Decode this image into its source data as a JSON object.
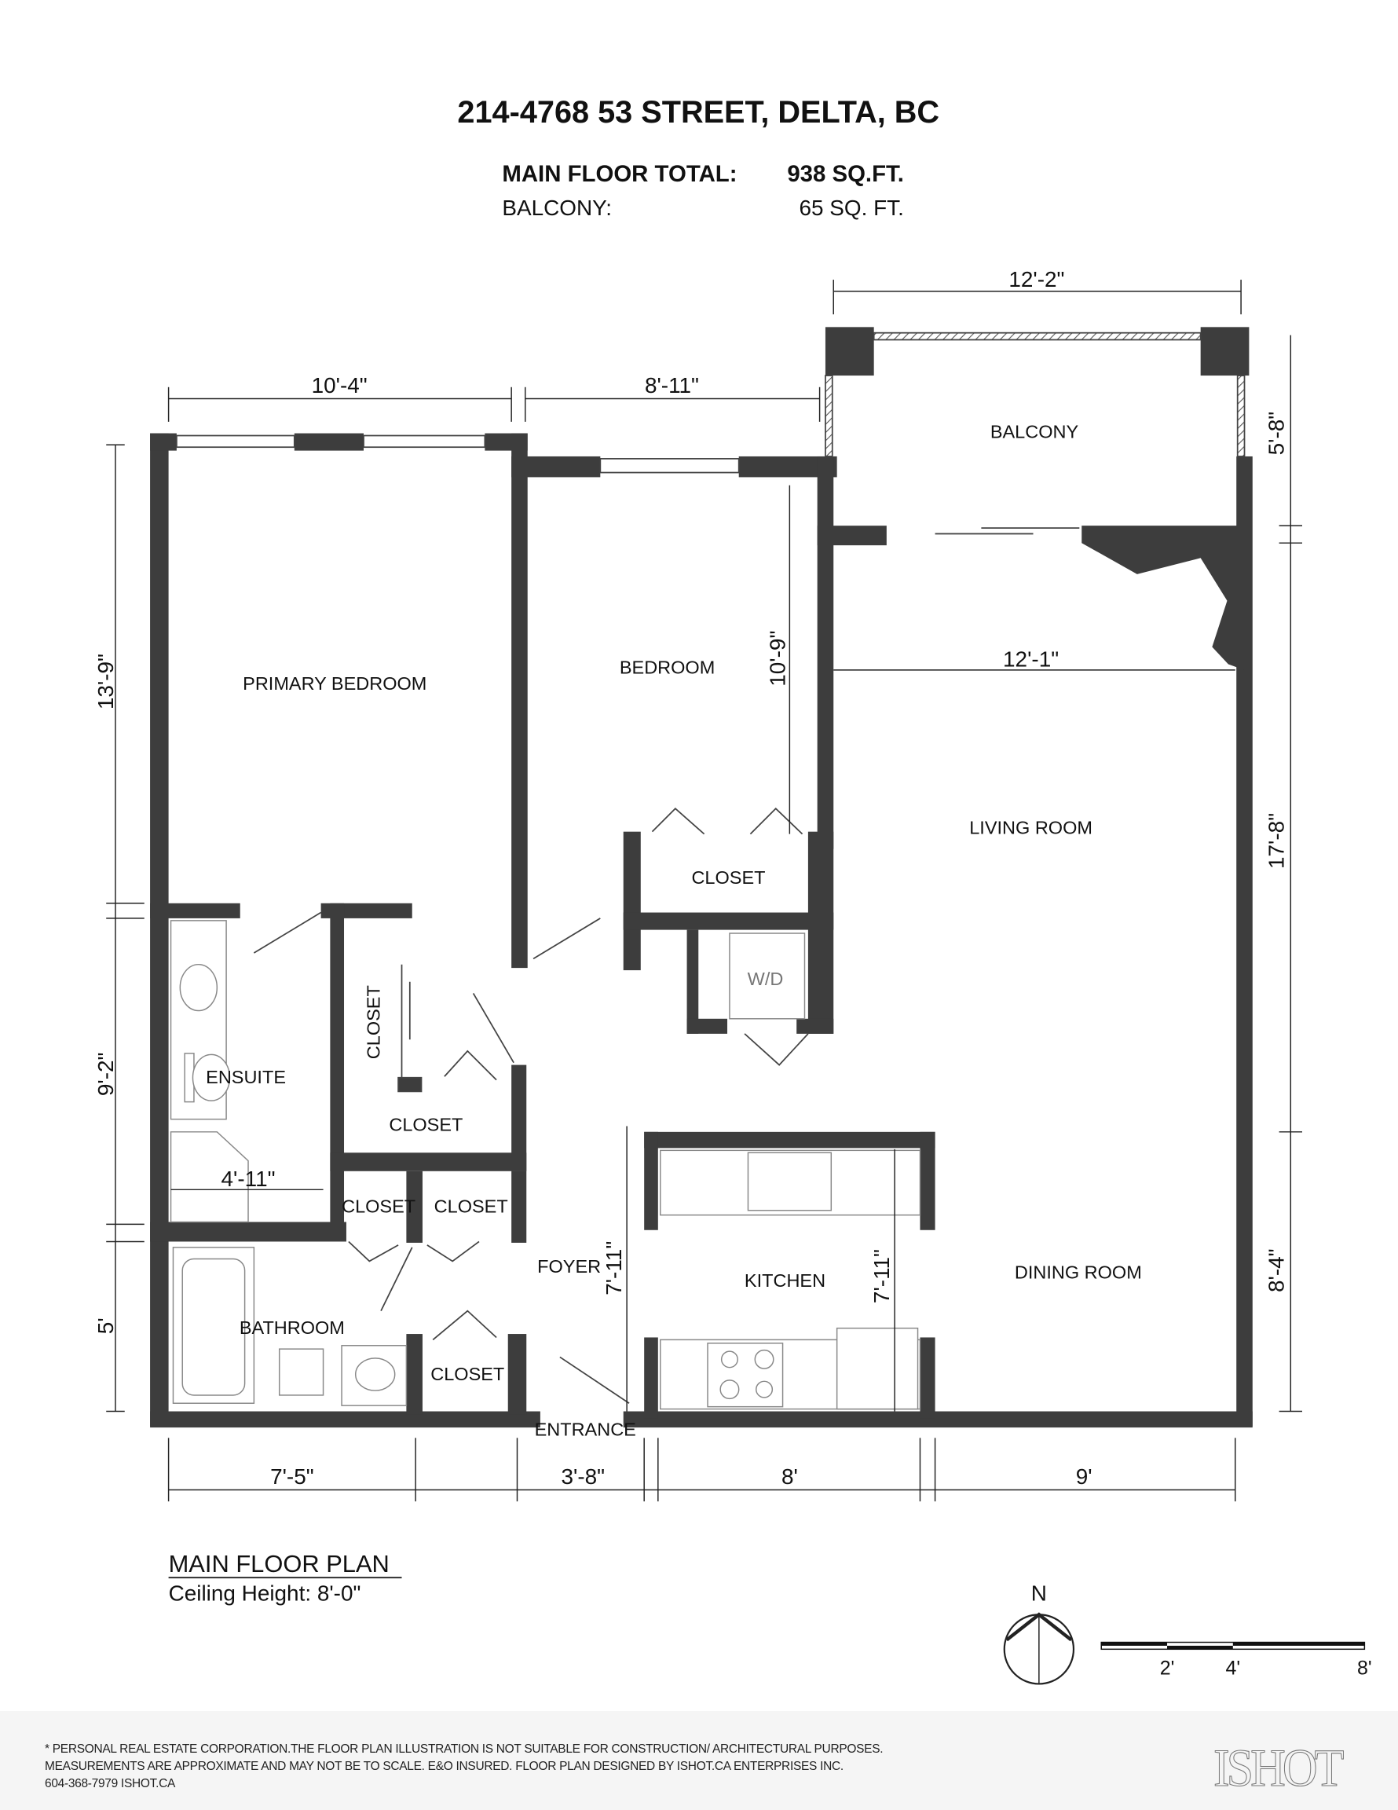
{
  "header": {
    "address": "214-4768 53 STREET, DELTA, BC",
    "main_floor_label": "MAIN FLOOR TOTAL:",
    "main_floor_value": "938 SQ.FT.",
    "balcony_label": "BALCONY:",
    "balcony_value": "65 SQ. FT."
  },
  "rooms": {
    "primary_bedroom": "PRIMARY BEDROOM",
    "bedroom": "BEDROOM",
    "balcony": "BALCONY",
    "living_room": "LIVING ROOM",
    "closet": "CLOSET",
    "wd": "W/D",
    "ensuite": "ENSUITE",
    "kitchen": "KITCHEN",
    "dining_room": "DINING ROOM",
    "foyer": "FOYER",
    "bathroom": "BATHROOM",
    "entrance": "ENTRANCE"
  },
  "dimensions": {
    "top_primary": "10'-4\"",
    "top_bedroom": "8'-11\"",
    "top_balcony": "12'-2\"",
    "balcony_depth": "5'-8\"",
    "bedroom_depth": "10'-9\"",
    "living_width": "12'-1\"",
    "left_primary": "13'-9\"",
    "left_ensuite": "9'-2\"",
    "left_bath": "5'",
    "ensuite_width": "4'-11\"",
    "right_living": "17'-8\"",
    "right_dining": "8'-4\"",
    "kitchen_left": "7'-11\"",
    "kitchen_right": "7'-11\"",
    "bottom_bath": "7'-5\"",
    "bottom_entrance": "3'-8\"",
    "bottom_kitchen": "8'",
    "bottom_dining": "9'"
  },
  "plan": {
    "title": "MAIN FLOOR PLAN",
    "ceiling": "Ceiling Height: 8'-0\""
  },
  "compass": {
    "north": "N"
  },
  "scale": {
    "labels": [
      "2'",
      "4'",
      "8'"
    ]
  },
  "footer": {
    "line1": "* PERSONAL REAL ESTATE CORPORATION.THE FLOOR PLAN ILLUSTRATION IS NOT SUITABLE FOR CONSTRUCTION/ ARCHITECTURAL PURPOSES.",
    "line2": "MEASUREMENTS ARE APPROXIMATE AND MAY NOT BE TO SCALE. E&O INSURED. FLOOR PLAN DESIGNED BY ISHOT.CA ENTERPRISES INC.",
    "line3": "604-368-7979  ISHOT.CA",
    "logo": "ISHOT"
  },
  "colors": {
    "wall": "#3d3d3d",
    "footer_bg": "#f5f5f5"
  }
}
